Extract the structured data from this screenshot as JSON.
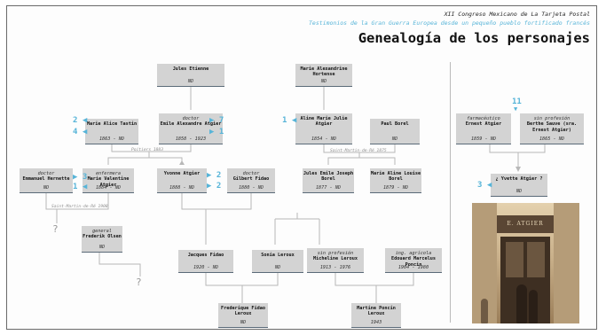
{
  "header": {
    "congress": "XII Congreso Mexicano de La Tarjeta Postal",
    "subtitle": "Testimonios de la Gran Guerra Europea desde un pequeño pueblo fortificado francés",
    "title": "Genealogía de los personajes"
  },
  "people": {
    "jules_etienne": {
      "role": "",
      "name": "Jules Etienne",
      "dates": "ND"
    },
    "marie_alexandrine": {
      "role": "",
      "name": "Marie Alexandrine Hortense",
      "dates": "ND"
    },
    "marie_alice": {
      "role": "",
      "name": "Marie Alice Tastin",
      "dates": "1863 - ND"
    },
    "emile_alexandre": {
      "role": "doctor",
      "name": "Emile Alexandre Atgier",
      "dates": "1858 - 1923"
    },
    "aline_marie": {
      "role": "",
      "name": "Aline Marie Julie Atgier",
      "dates": "1854 - ND"
    },
    "paul_borel": {
      "role": "",
      "name": "Paul Borel",
      "dates": "ND"
    },
    "emmanuel": {
      "role": "doctor",
      "name": "Emmanuel Hernette",
      "dates": "ND"
    },
    "marie_valentine": {
      "role": "enfermera",
      "name": "Marie Valentine Atgier",
      "dates": "1884 - ND"
    },
    "yvonne": {
      "role": "",
      "name": "Yvonne Atgier",
      "dates": "1888 - ND"
    },
    "gilbert": {
      "role": "doctor",
      "name": "Gilbert Fidao",
      "dates": "1880 - ND"
    },
    "jules_emile": {
      "role": "",
      "name": "Jules Emile Joseph Borel",
      "dates": "1877 - ND"
    },
    "marie_aline": {
      "role": "",
      "name": "Marie Aline Louise Borel",
      "dates": "1879 - ND"
    },
    "frederik": {
      "role": "general",
      "name": "Frederik Olsen",
      "dates": "ND"
    },
    "jacques": {
      "role": "",
      "name": "Jacques Fidao",
      "dates": "1920 - ND"
    },
    "sonia": {
      "role": "",
      "name": "Sonia Leroux",
      "dates": "ND"
    },
    "micheline": {
      "role": "sin profesión",
      "name": "Micheline Leroux",
      "dates": "1913 - 1976"
    },
    "edouard": {
      "role": "ing. agrícola",
      "name": "Edouard Marcelus Poncin",
      "dates": "1904 - 1980"
    },
    "frederique": {
      "role": "",
      "name": "Frederique Fidao Leroux",
      "dates": "ND"
    },
    "martine": {
      "role": "",
      "name": "Martine Poncin Leroux",
      "dates": "1943"
    },
    "ernest": {
      "role": "farmacéutico",
      "name": "Ernest Atgier",
      "dates": "1859 - ND"
    },
    "berthe": {
      "role": "sin profesión",
      "name": "Berthe Sauve (sra. Ernest Atgier)",
      "dates": "1865 - ND"
    },
    "yvette": {
      "role": "",
      "name": "¿ Yvette Atgier ?",
      "dates": "ND"
    }
  },
  "places": {
    "poitiers": "Poitiers 1883",
    "saint_martin_1875": "Saint-Martin-de-Ré 1875",
    "saint_martin_1908": "Saint-Martin-de-Ré 1908"
  },
  "markers": {
    "marie_alice_top": "2",
    "marie_alice_bottom": "4",
    "emile_top": "7",
    "emile_bottom": "1",
    "aline": "1",
    "emmanuel": "3",
    "marie_valentine": "1",
    "yvonne_top": "2",
    "yvonne_bottom": "2",
    "ernest_berthe": "11",
    "yvette": "3"
  },
  "unknown": "?",
  "photo": {
    "sign": "E. ATGIER"
  },
  "colors": {
    "accent": "#56b4d8",
    "box": "#d3d3d3",
    "line": "#b8b8b8"
  }
}
